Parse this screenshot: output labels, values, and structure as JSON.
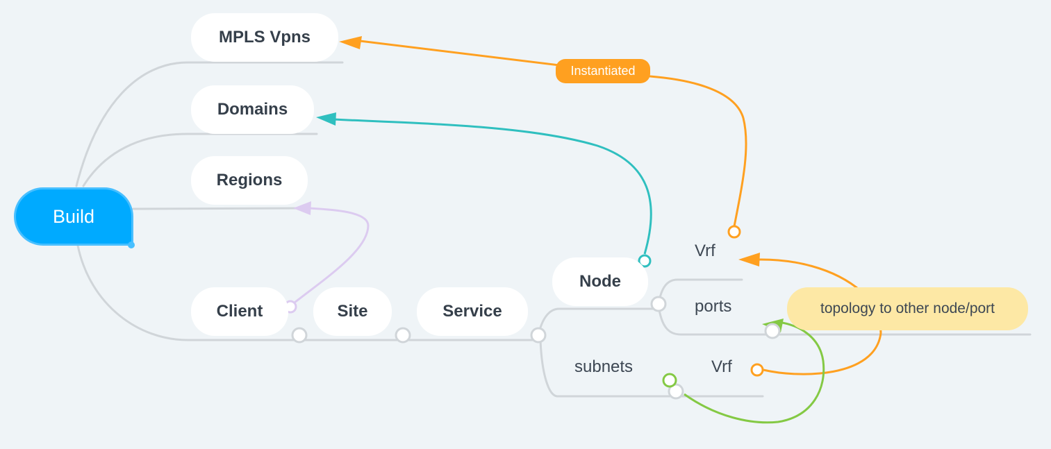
{
  "colors": {
    "background": "#eff4f7",
    "root_fill": "#00aaff",
    "root_border": "#48bfff",
    "branch_line": "#d0d5d9",
    "orange": "#ffa020",
    "teal": "#2fbfbf",
    "lavender": "#dccbf0",
    "green": "#84c944",
    "callout_fill": "#fde8a5",
    "text_dark": "#353f4a"
  },
  "root": {
    "label": "Build"
  },
  "topics": {
    "mpls_vpns": "MPLS Vpns",
    "domains": "Domains",
    "regions": "Regions",
    "client": "Client",
    "site": "Site",
    "service": "Service",
    "node": "Node"
  },
  "subtopics": {
    "vrf_top": "Vrf",
    "ports": "ports",
    "subnets": "subnets",
    "vrf_bottom": "Vrf"
  },
  "relationships": [
    {
      "from": "Vrf (top)",
      "to": "MPLS Vpns",
      "label": "Instantiated",
      "color": "orange"
    },
    {
      "from": "Node",
      "to": "Domains",
      "label": "",
      "color": "teal"
    },
    {
      "from": "Client",
      "to": "Regions",
      "label": "",
      "color": "lavender"
    },
    {
      "from": "Vrf (bottom)",
      "to": "Vrf (top)",
      "label": "topology to other node/port",
      "color": "orange"
    },
    {
      "from": "subnets",
      "to": "ports",
      "label": "",
      "color": "green"
    }
  ],
  "labels": {
    "instantiated": "Instantiated",
    "topology": "topology to other node/port"
  }
}
